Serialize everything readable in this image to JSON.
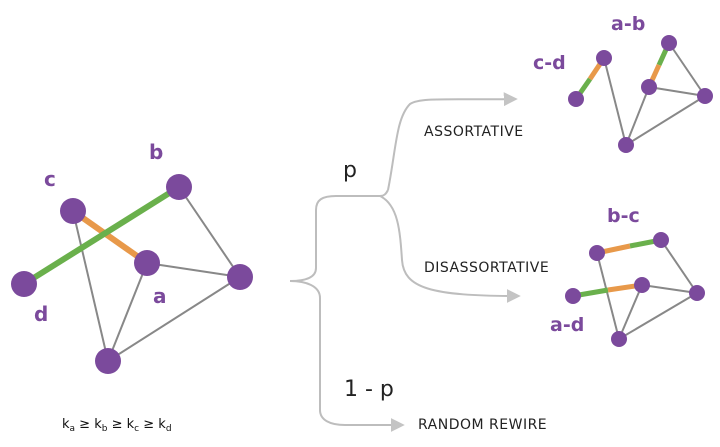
{
  "colors": {
    "node": "#7b4a9c",
    "edge": "#888888",
    "swap_green": "#6ab04c",
    "swap_orange": "#e8994a",
    "arrow": "#bdbdbd"
  },
  "original": {
    "labels": {
      "a": "a",
      "b": "b",
      "c": "c",
      "d": "d"
    }
  },
  "branches": {
    "p_label": "p",
    "one_minus_p_label": "1 - p",
    "assortative": "ASSORTATIVE",
    "disassortative": "DISASSORTATIVE",
    "random": "RANDOM REWIRE"
  },
  "assortative_graph": {
    "pair1": "c-d",
    "pair2": "a-b"
  },
  "disassortative_graph": {
    "pair1": "b-c",
    "pair2": "a-d"
  },
  "formula": {
    "k": "k",
    "ge": " ≥ ",
    "sub_a": "a",
    "sub_b": "b",
    "sub_c": "c",
    "sub_d": "d"
  }
}
